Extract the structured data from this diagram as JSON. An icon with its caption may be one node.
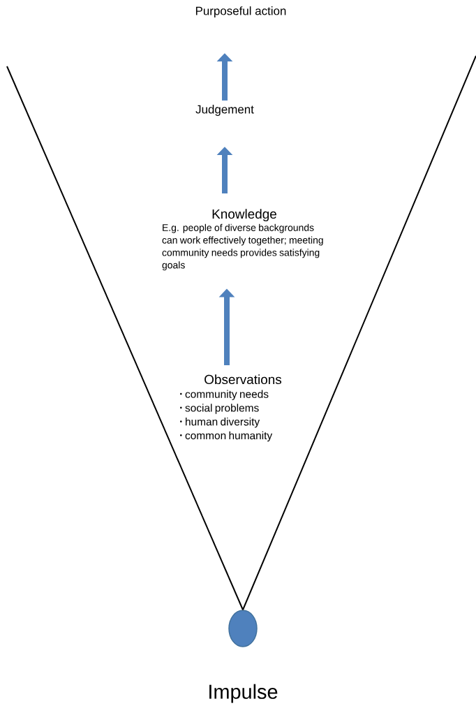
{
  "diagram": {
    "nodes": [
      {
        "text": [
          "Purposeful action"
        ]
      },
      {
        "text": [
          "Judgement"
        ]
      },
      {
        "text": [
          "Knowledge",
          "E.g. people of diverse backgrounds can work effectively together; meeting community needs provides satisfying goals"
        ]
      },
      {
        "text": [
          "Observations",
          "community needs",
          "social problems",
          "human diversity",
          "common humanity"
        ]
      },
      {
        "text": [],
        "shape": "circle",
        "beside": [
          "Impulse"
        ]
      }
    ],
    "edges": [
      {
        "from": 1,
        "to": 0,
        "arrow": "to"
      },
      {
        "from": 2,
        "to": 1,
        "arrow": "to"
      },
      {
        "from": 3,
        "to": 2,
        "arrow": "to"
      },
      {
        "from": 4,
        "to": null,
        "arrow": "none",
        "color": "#000000"
      },
      {
        "from": 4,
        "to": null,
        "arrow": "none",
        "color": "#000000"
      }
    ]
  }
}
